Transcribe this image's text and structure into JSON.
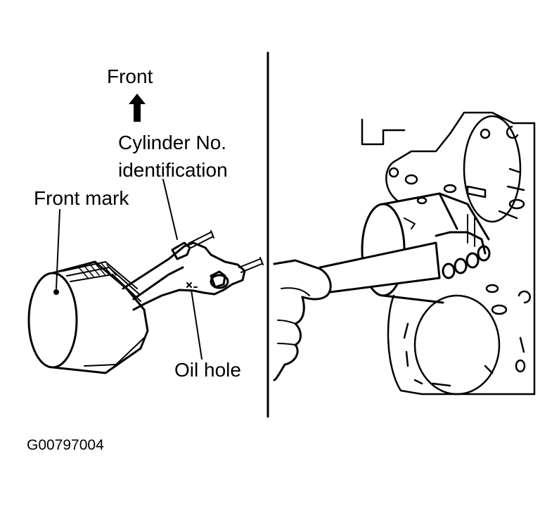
{
  "labels": {
    "front": "Front",
    "cylinder_line1": "Cylinder No.",
    "cylinder_line2": "identification",
    "front_mark": "Front mark",
    "oil_hole": "Oil hole"
  },
  "figure_code": "G00797004",
  "icons": {
    "front_arrow": "arrow-up-icon"
  },
  "colors": {
    "ink": "#000000",
    "paper": "#ffffff"
  }
}
